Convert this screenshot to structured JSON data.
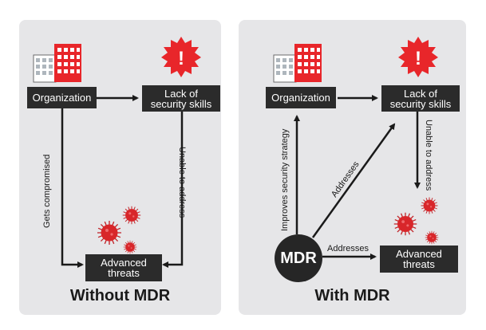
{
  "colors": {
    "panel": "#e6e6e8",
    "box": "#2b2b2b",
    "alert_red": "#e8262a",
    "virus_red": "#d8262a",
    "arrow": "#1a1a1a"
  },
  "left": {
    "caption": "Without MDR",
    "nodes": {
      "organization": "Organization",
      "lack_skills": "Lack of\nsecurity skills",
      "advanced_threats": "Advanced\nthreats"
    },
    "edges": {
      "compromised": "Gets compromised",
      "unable": "Unable to address"
    }
  },
  "right": {
    "caption": "With MDR",
    "nodes": {
      "organization": "Organization",
      "lack_skills": "Lack of\nsecurity skills",
      "advanced_threats": "Advanced\nthreats",
      "mdr": "MDR"
    },
    "edges": {
      "improves": "Improves security strategy",
      "addresses_diag": "Addresses",
      "addresses_threats": "Addresses",
      "unable": "Unable to address"
    }
  },
  "icons": {
    "building": "building-icon",
    "alert": "alert-burst-icon",
    "virus": "virus-icon"
  },
  "alert_glyph": "!"
}
